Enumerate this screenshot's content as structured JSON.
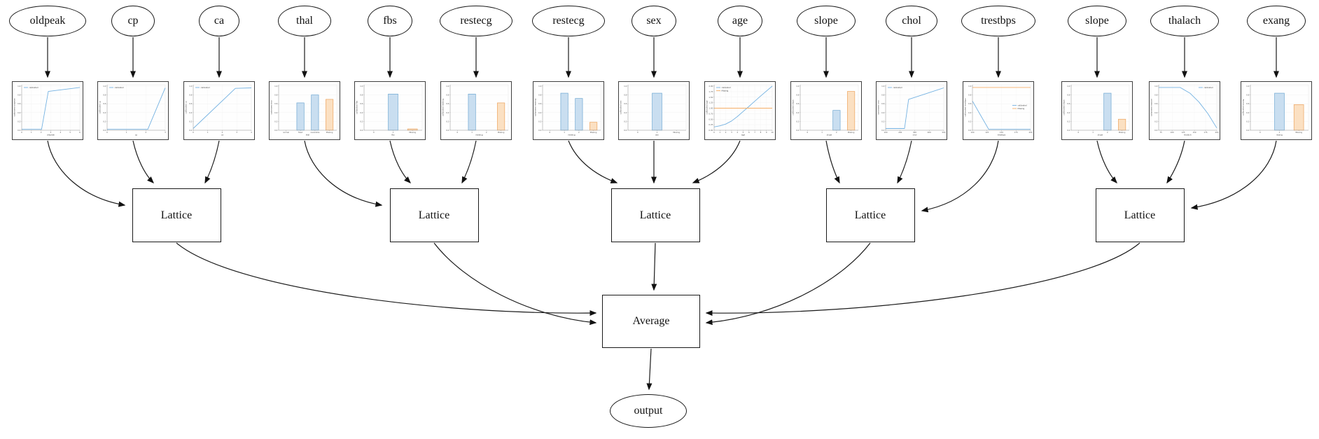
{
  "diagram": {
    "features": [
      "oldpeak",
      "cp",
      "ca",
      "thal",
      "fbs",
      "restecg",
      "restecg",
      "sex",
      "age",
      "slope",
      "chol",
      "trestbps",
      "slope",
      "thalach",
      "exang"
    ],
    "lattice_label": "Lattice",
    "average_label": "Average",
    "output_label": "output",
    "groups": [
      [
        0,
        1,
        2
      ],
      [
        3,
        4,
        5
      ],
      [
        6,
        7,
        8
      ],
      [
        9,
        10,
        11
      ],
      [
        12,
        13,
        14
      ]
    ],
    "flow": "features -> calibration plots -> Lattice -> Average -> output"
  },
  "colors": {
    "edge": "#1a1a1a",
    "blue_line": "#74b2e2",
    "blue_fill": "#c9def0",
    "blue_stroke": "#6fa8d2",
    "orange_line": "#f5ae67",
    "orange_fill": "#fbe0c2",
    "orange_stroke": "#eda45e"
  },
  "chart_data": [
    {
      "feature": "oldpeak",
      "type": "line",
      "xlabel": "oldpeak",
      "ylabel": "calibrated oldpeak",
      "xlim": [
        0,
        6
      ],
      "ylim": [
        0,
        1
      ],
      "xticks": [
        "0",
        "1",
        "2",
        "3",
        "4",
        "5",
        "6"
      ],
      "yticks": [
        "0.0",
        "0.2",
        "0.4",
        "0.6",
        "0.8",
        "1.0"
      ],
      "legend_pos": "nw",
      "legend": [
        {
          "label": "calibrated",
          "color": "blue"
        }
      ],
      "series": [
        {
          "name": "calibrated",
          "color": "blue",
          "points": [
            [
              0,
              0.02
            ],
            [
              2.05,
              0.02
            ],
            [
              2.75,
              0.88
            ],
            [
              6,
              0.97
            ]
          ]
        }
      ]
    },
    {
      "feature": "cp",
      "type": "line",
      "xlabel": "cp",
      "ylabel": "calibrated cp",
      "xlim": [
        0,
        3
      ],
      "ylim": [
        0,
        1
      ],
      "xticks": [
        "0",
        "1",
        "2",
        "3"
      ],
      "yticks": [
        "0.0",
        "0.2",
        "0.4",
        "0.6",
        "0.8",
        "1.0"
      ],
      "legend_pos": "nw",
      "legend": [
        {
          "label": "calibrated",
          "color": "blue"
        }
      ],
      "series": [
        {
          "name": "calibrated",
          "color": "blue",
          "points": [
            [
              0,
              0.02
            ],
            [
              2.1,
              0.02
            ],
            [
              3,
              0.96
            ]
          ]
        }
      ]
    },
    {
      "feature": "ca",
      "type": "line",
      "xlabel": "ca",
      "ylabel": "calibrated ca",
      "xlim": [
        0,
        4
      ],
      "ylim": [
        0,
        1
      ],
      "xticks": [
        "0",
        "1",
        "2",
        "3",
        "4"
      ],
      "yticks": [
        "0.0",
        "0.2",
        "0.4",
        "0.6",
        "0.8",
        "1.0"
      ],
      "legend_pos": "nw",
      "legend": [
        {
          "label": "calibrated",
          "color": "blue"
        }
      ],
      "series": [
        {
          "name": "calibrated",
          "color": "blue",
          "points": [
            [
              0,
              0.04
            ],
            [
              2.9,
              0.95
            ],
            [
              4,
              0.96
            ]
          ]
        }
      ]
    },
    {
      "feature": "thal",
      "type": "bar",
      "xlabel": "thal",
      "ylabel": "calibrated thal",
      "ylim": [
        0,
        1
      ],
      "categories": [
        "normal",
        "fixed",
        "reversible",
        "Missing"
      ],
      "values": [
        0,
        0.62,
        0.8,
        0.7
      ],
      "bar_colors": [
        "blue",
        "blue",
        "blue",
        "orange"
      ],
      "yticks": [
        "0.0",
        "0.2",
        "0.4",
        "0.6",
        "0.8",
        "1.0"
      ]
    },
    {
      "feature": "fbs",
      "type": "bar",
      "xlabel": "fbs",
      "ylabel": "calibrated fbs",
      "ylim": [
        0,
        1
      ],
      "categories": [
        "0",
        "1",
        "Missing"
      ],
      "values": [
        0,
        0.82,
        0.03
      ],
      "bar_colors": [
        "blue",
        "blue",
        "orange"
      ],
      "yticks": [
        "0.0",
        "0.2",
        "0.4",
        "0.6",
        "0.8",
        "1.0"
      ]
    },
    {
      "feature": "restecg",
      "type": "bar",
      "xlabel": "restecg",
      "ylabel": "calibrated restecg",
      "ylim": [
        0,
        1
      ],
      "categories": [
        "0",
        "1",
        "2",
        "Missing"
      ],
      "values": [
        0,
        0.82,
        0,
        0.62
      ],
      "bar_colors": [
        "blue",
        "blue",
        "blue",
        "orange"
      ],
      "yticks": [
        "0.0",
        "0.2",
        "0.4",
        "0.6",
        "0.8",
        "1.0"
      ]
    },
    {
      "feature": "restecg",
      "type": "bar",
      "xlabel": "restecg",
      "ylabel": "calibrated restecg",
      "ylim": [
        0,
        1
      ],
      "categories": [
        "0",
        "1",
        "2",
        "Missing"
      ],
      "values": [
        0,
        0.84,
        0.72,
        0.18
      ],
      "bar_colors": [
        "blue",
        "blue",
        "blue",
        "orange"
      ],
      "yticks": [
        "0.0",
        "0.2",
        "0.4",
        "0.6",
        "0.8",
        "1.0"
      ]
    },
    {
      "feature": "sex",
      "type": "bar",
      "xlabel": "sex",
      "ylabel": "calibrated sex",
      "ylim": [
        0,
        1
      ],
      "categories": [
        "0",
        "1",
        "Missing"
      ],
      "values": [
        0,
        0.84,
        0
      ],
      "bar_colors": [
        "blue",
        "blue",
        "orange"
      ],
      "yticks": [
        "0.0",
        "0.2",
        "0.4",
        "0.6",
        "0.8",
        "1.0"
      ]
    },
    {
      "feature": "age",
      "type": "line",
      "xlabel": "age",
      "ylabel": "calibrated age",
      "xlim": [
        0,
        10
      ],
      "ylim": [
        0,
        2
      ],
      "xticks": [
        "0",
        "1",
        "2",
        "3",
        "4",
        "5",
        "6",
        "7",
        "8",
        "9",
        "10"
      ],
      "yticks": [
        "0.00",
        "0.25",
        "0.50",
        "0.75",
        "1.00",
        "1.25",
        "1.50",
        "1.75",
        "2.00"
      ],
      "legend_pos": "nw",
      "legend": [
        {
          "label": "calibrated",
          "color": "blue"
        },
        {
          "label": "Missing",
          "color": "orange"
        }
      ],
      "series": [
        {
          "name": "calibrated",
          "color": "blue",
          "points": [
            [
              0,
              0.15
            ],
            [
              1,
              0.2
            ],
            [
              2,
              0.28
            ],
            [
              3,
              0.42
            ],
            [
              4,
              0.62
            ],
            [
              5,
              0.85
            ],
            [
              6,
              1.08
            ],
            [
              6.5,
              1.2
            ],
            [
              8,
              1.55
            ],
            [
              10,
              2.0
            ]
          ]
        },
        {
          "name": "Missing",
          "color": "orange",
          "points": [
            [
              0,
              1.0
            ],
            [
              10,
              1.0
            ]
          ]
        }
      ]
    },
    {
      "feature": "slope",
      "type": "bar",
      "xlabel": "slope",
      "ylabel": "calibrated slope",
      "ylim": [
        0,
        1
      ],
      "categories": [
        "0",
        "1",
        "2",
        "Missing"
      ],
      "values": [
        0,
        0,
        0.45,
        0.88
      ],
      "bar_colors": [
        "blue",
        "blue",
        "blue",
        "orange"
      ],
      "yticks": [
        "0.0",
        "0.2",
        "0.4",
        "0.6",
        "0.8",
        "1.0"
      ]
    },
    {
      "feature": "chol",
      "type": "line",
      "xlabel": "chol",
      "ylabel": "calibrated chol",
      "xlim": [
        100,
        500
      ],
      "ylim": [
        0,
        1
      ],
      "xticks": [
        "100",
        "200",
        "300",
        "400",
        "500"
      ],
      "yticks": [
        "0.0",
        "0.2",
        "0.4",
        "0.6",
        "0.8",
        "1.0"
      ],
      "legend_pos": "nw",
      "legend": [
        {
          "label": "calibrated",
          "color": "blue"
        }
      ],
      "series": [
        {
          "name": "calibrated",
          "color": "blue",
          "points": [
            [
              100,
              0.04
            ],
            [
              230,
              0.04
            ],
            [
              258,
              0.7
            ],
            [
              500,
              0.96
            ]
          ]
        }
      ]
    },
    {
      "feature": "trestbps",
      "type": "line",
      "xlabel": "trestbps",
      "ylabel": "calibrated trestbps",
      "xlim": [
        100,
        200
      ],
      "ylim": [
        0,
        1
      ],
      "xticks": [
        "100",
        "125",
        "150",
        "175",
        "200"
      ],
      "yticks": [
        "0.0",
        "0.2",
        "0.4",
        "0.6",
        "0.8",
        "1.0"
      ],
      "legend_pos": "e",
      "legend": [
        {
          "label": "calibrated",
          "color": "blue"
        },
        {
          "label": "Missing",
          "color": "orange"
        }
      ],
      "series": [
        {
          "name": "calibrated",
          "color": "blue",
          "points": [
            [
              100,
              0.66
            ],
            [
              128,
              0.02
            ],
            [
              200,
              0.02
            ]
          ]
        },
        {
          "name": "Missing",
          "color": "orange",
          "points": [
            [
              100,
              0.97
            ],
            [
              200,
              0.97
            ]
          ]
        }
      ]
    },
    {
      "feature": "slope",
      "type": "bar",
      "xlabel": "slope",
      "ylabel": "calibrated slope",
      "ylim": [
        0,
        1
      ],
      "categories": [
        "0",
        "1",
        "2",
        "Missing"
      ],
      "values": [
        0,
        0,
        0.84,
        0.25
      ],
      "bar_colors": [
        "blue",
        "blue",
        "blue",
        "orange"
      ],
      "yticks": [
        "0.0",
        "0.2",
        "0.4",
        "0.6",
        "0.8",
        "1.0"
      ]
    },
    {
      "feature": "thalach",
      "type": "line",
      "xlabel": "thalach",
      "ylabel": "calibrated thalach",
      "xlim": [
        70,
        200
      ],
      "ylim": [
        0,
        1
      ],
      "xticks": [
        "75",
        "100",
        "125",
        "150",
        "175",
        "200"
      ],
      "yticks": [
        "0.0",
        "0.2",
        "0.4",
        "0.6",
        "0.8",
        "1.0"
      ],
      "legend_pos": "ne",
      "legend": [
        {
          "label": "calibrated",
          "color": "blue"
        }
      ],
      "series": [
        {
          "name": "calibrated",
          "color": "blue",
          "points": [
            [
              70,
              0.97
            ],
            [
              118,
              0.97
            ],
            [
              140,
              0.84
            ],
            [
              160,
              0.64
            ],
            [
              180,
              0.38
            ],
            [
              200,
              0.05
            ]
          ]
        }
      ]
    },
    {
      "feature": "exang",
      "type": "bar",
      "xlabel": "exang",
      "ylabel": "calibrated exang",
      "ylim": [
        0,
        1
      ],
      "categories": [
        "0",
        "1",
        "Missing"
      ],
      "values": [
        0,
        0.84,
        0.58
      ],
      "bar_colors": [
        "blue",
        "blue",
        "orange"
      ],
      "yticks": [
        "0.0",
        "0.2",
        "0.4",
        "0.6",
        "0.8",
        "1.0"
      ]
    }
  ]
}
